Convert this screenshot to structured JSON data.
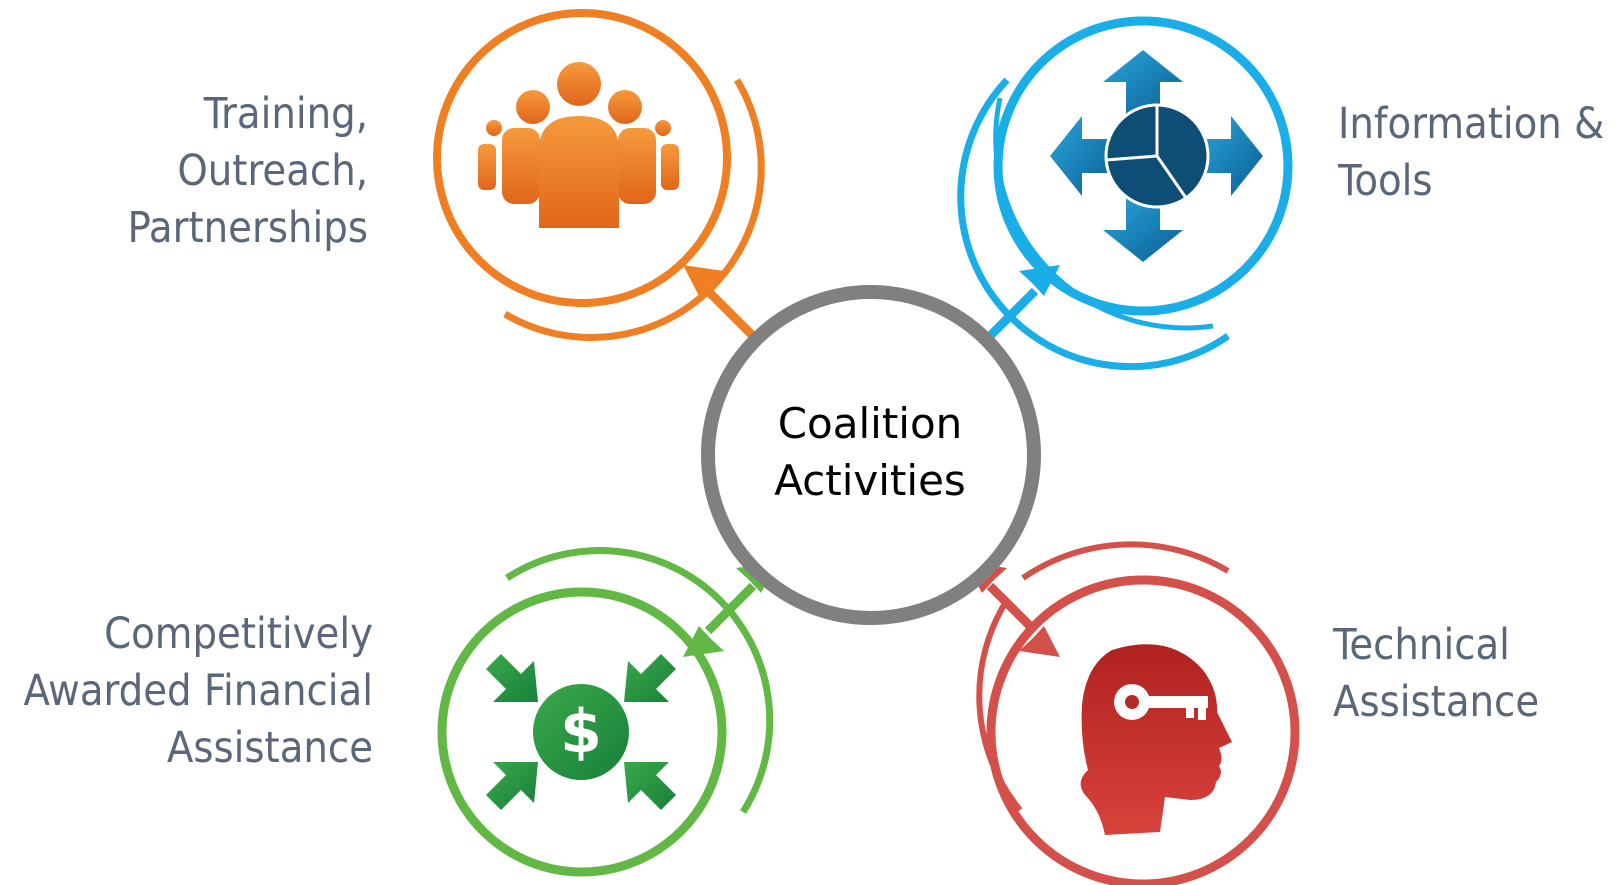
{
  "center": {
    "lines": [
      "Coalition",
      "Activities"
    ],
    "ring_color": "#808080"
  },
  "nodes": {
    "training": {
      "lines": [
        "Training,",
        "Outreach,",
        "Partnerships"
      ],
      "color": "#f07f23",
      "icon": "people-group-icon"
    },
    "info": {
      "lines": [
        "Information &",
        "Tools"
      ],
      "color": "#1aaee8",
      "icon": "pie-chart-arrows-icon"
    },
    "financial": {
      "lines": [
        "Competitively",
        "Awarded Financial",
        "Assistance"
      ],
      "color": "#62b845",
      "icon": "dollar-converging-arrows-icon"
    },
    "technical": {
      "lines": [
        "Technical",
        "Assistance"
      ],
      "color": "#d4504a",
      "icon": "head-key-icon"
    }
  },
  "label_color": "#5a6679"
}
